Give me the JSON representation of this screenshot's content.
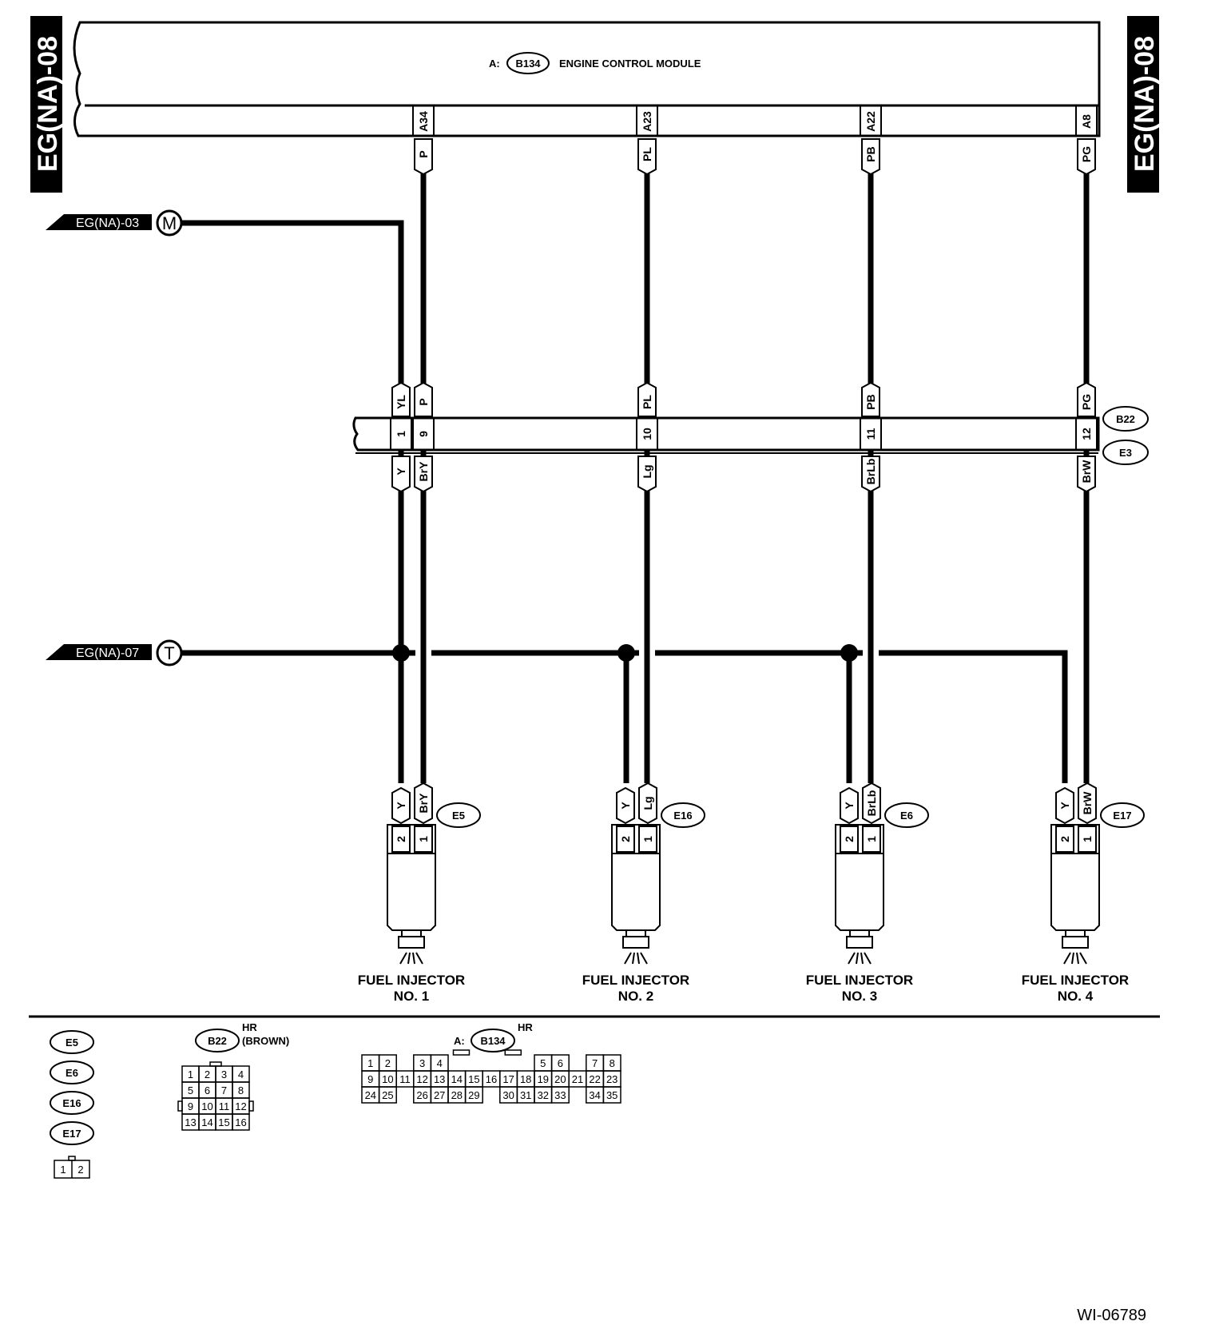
{
  "side_tag_left": "EG(NA)-08",
  "side_tag_right": "EG(NA)-08",
  "ecm": {
    "prefix": "A:",
    "connector": "B134",
    "name": "ENGINE CONTROL MODULE",
    "pins": [
      "A34",
      "A23",
      "A22",
      "A8"
    ],
    "wire_colors": [
      "P",
      "PL",
      "PB",
      "PG"
    ]
  },
  "refs": {
    "m_label": "EG(NA)-03",
    "m_letter": "M",
    "t_label": "EG(NA)-07",
    "t_letter": "T"
  },
  "junction": {
    "connector_top": "B22",
    "connector_bottom": "E3",
    "pins": [
      "1",
      "9",
      "10",
      "11",
      "12"
    ],
    "upper_colors": [
      "YL",
      "P",
      "PL",
      "PB",
      "PG"
    ],
    "lower_colors": [
      "Y",
      "BrY",
      "Lg",
      "BrLb",
      "BrW"
    ]
  },
  "injectors": [
    {
      "connector": "E5",
      "pin2_color": "Y",
      "pin1_color": "BrY",
      "pin2": "2",
      "pin1": "1",
      "label": "FUEL INJECTOR",
      "number": "NO. 1"
    },
    {
      "connector": "E16",
      "pin2_color": "Y",
      "pin1_color": "Lg",
      "pin2": "2",
      "pin1": "1",
      "label": "FUEL INJECTOR",
      "number": "NO. 2"
    },
    {
      "connector": "E6",
      "pin2_color": "Y",
      "pin1_color": "BrLb",
      "pin2": "2",
      "pin1": "1",
      "label": "FUEL INJECTOR",
      "number": "NO. 3"
    },
    {
      "connector": "E17",
      "pin2_color": "Y",
      "pin1_color": "BrW",
      "pin2": "2",
      "pin1": "1",
      "label": "FUEL INJECTOR",
      "number": "NO. 4"
    }
  ],
  "legend": {
    "injector_connectors": [
      "E5",
      "E6",
      "E16",
      "E17"
    ],
    "injector_pins": [
      "1",
      "2"
    ],
    "b22": {
      "connector": "B22",
      "hr": "HR",
      "color": "(BROWN)",
      "pins": [
        "1",
        "2",
        "3",
        "4",
        "5",
        "6",
        "7",
        "8",
        "9",
        "10",
        "11",
        "12",
        "13",
        "14",
        "15",
        "16"
      ]
    },
    "b134": {
      "prefix": "A:",
      "connector": "B134",
      "hr": "HR",
      "row1": [
        "1",
        "2",
        "",
        "3",
        "4",
        "",
        "",
        "",
        "",
        "",
        "",
        "5",
        "6",
        "",
        "7",
        "8"
      ],
      "row2": [
        "9",
        "10",
        "11",
        "12",
        "13",
        "14",
        "15",
        "16",
        "17",
        "18",
        "19",
        "20",
        "21",
        "22",
        "23"
      ],
      "row3": [
        "24",
        "25",
        "",
        "26",
        "27",
        "28",
        "29",
        "",
        "30",
        "31",
        "32",
        "33",
        "",
        "34",
        "35"
      ]
    }
  },
  "figure_id": "WI-06789"
}
